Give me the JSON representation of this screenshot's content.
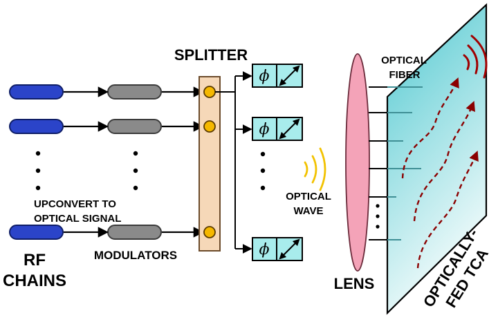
{
  "labels": {
    "splitter": "SPLITTER",
    "optical_fiber_line1": "OPTICAL",
    "optical_fiber_line2": "FIBER",
    "upconvert_line1": "UPCONVERT TO",
    "upconvert_line2": "OPTICAL SIGNAL",
    "rf_line1": "RF",
    "rf_line2": "CHAINS",
    "modulators": "MODULATORS",
    "optical_wave_line1": "OPTICAL",
    "optical_wave_line2": "WAVE",
    "lens": "LENS",
    "tca_line1": "OPTICALLY-",
    "tca_line2": "FED TCA"
  },
  "symbols": {
    "phase": "ϕ",
    "ellipsis_dot": "•"
  },
  "colors": {
    "rf_chain": "#2b44c9",
    "modulator": "#8a8a8a",
    "splitter_body": "#f6d8b8",
    "splitter_port": "#f5b800",
    "phase_shifter": "#a8ecec",
    "lens": "#f4a3b8",
    "tca_gradient_top": "#4fc8d0",
    "tca_gradient_bottom": "#f2fbfb",
    "wave": "#f2c200",
    "field_arrow": "#8b0000"
  }
}
